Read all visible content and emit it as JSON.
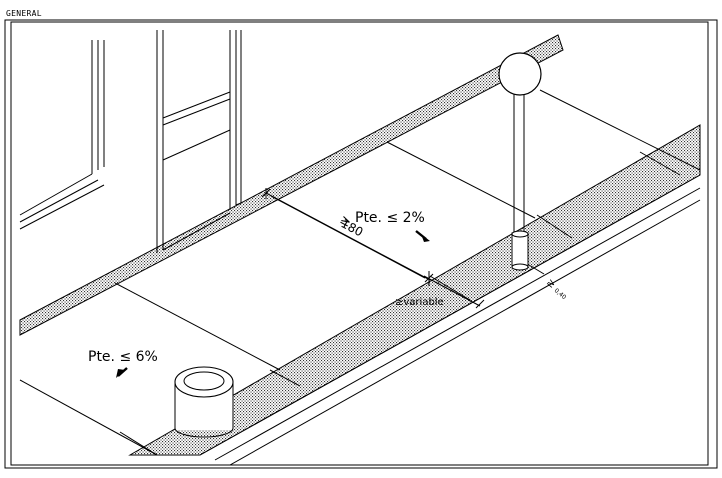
{
  "title": "GENERAL",
  "labels": {
    "slope_upper": "Pte. ≤ 2%",
    "slope_lower": "Pte. ≤ 6%",
    "min_width_symbol": "≥",
    "min_width_value": "180",
    "variable": "≥variable",
    "clearance_symbol": "≥",
    "clearance_value": "0,40"
  },
  "icons": [
    "slope-arrow-icon",
    "slope-arrow-icon"
  ],
  "colors": {
    "line": "#000000",
    "background": "#ffffff",
    "hatch": "#555555"
  }
}
